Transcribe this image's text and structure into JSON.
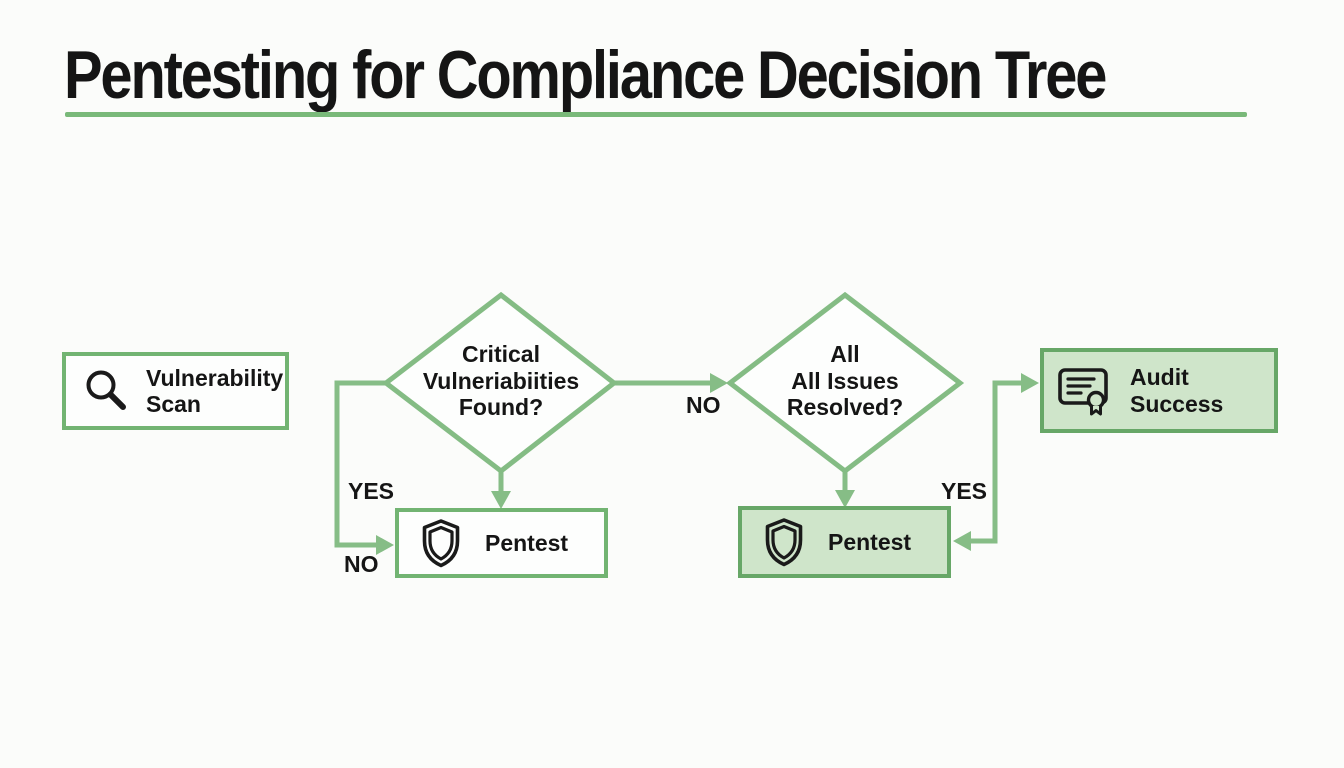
{
  "title": "Pentesting for Compliance Decision Tree",
  "colors": {
    "connector_green": "#86bd86",
    "box_border_green": "#72b472",
    "filled_border_green": "#67a767",
    "filled_background_green": "#cfe5ca",
    "underline_green": "#79b979",
    "text_black": "#151515",
    "page_background": "#fbfcfa"
  },
  "nodes": {
    "vulnerability_scan": {
      "label": "Vulnerability\nScan",
      "icon": "magnifier-icon",
      "shape": "rect",
      "fill": "white"
    },
    "critical_vulnerabilities": {
      "label": "Critical\nVulneriabiities\nFound?",
      "shape": "diamond",
      "fill": "white"
    },
    "pentest_left": {
      "label": "Pentest",
      "icon": "shield-icon",
      "shape": "rect",
      "fill": "white"
    },
    "issues_resolved": {
      "label": "All\nAll Issues\nResolved?",
      "shape": "diamond",
      "fill": "white"
    },
    "pentest_right": {
      "label": "Pentest",
      "icon": "shield-icon",
      "shape": "rect",
      "fill": "green"
    },
    "audit_success": {
      "label": "Audit\nSuccess",
      "icon": "certificate-icon",
      "shape": "rect",
      "fill": "green"
    }
  },
  "edges": {
    "left_yes": {
      "label": "YES"
    },
    "left_no": {
      "label": "NO"
    },
    "middle_no": {
      "label": "NO"
    },
    "right_yes": {
      "label": "YES"
    }
  }
}
